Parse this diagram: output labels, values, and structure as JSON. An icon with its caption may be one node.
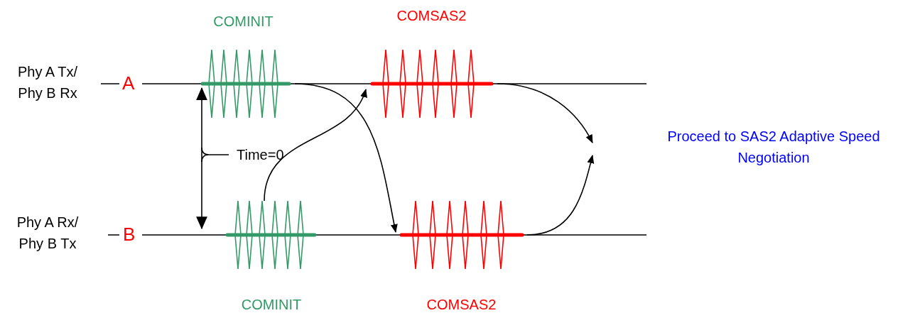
{
  "diagram": {
    "nodes": [
      {
        "text": [
          "COMINIT"
        ]
      },
      {
        "text": [
          "COMSAS2"
        ]
      },
      {
        "text": [
          "COMINIT"
        ]
      },
      {
        "text": [
          "COMSAS2"
        ]
      },
      {
        "text": [
          "Proceed to SAS2 Adaptive Speed Negotiation"
        ]
      }
    ],
    "edges": [
      {
        "from": 2,
        "to": 1,
        "arrow": "to"
      },
      {
        "from": 0,
        "to": 3,
        "arrow": "to"
      },
      {
        "from": 1,
        "to": 4,
        "arrow": "to"
      },
      {
        "from": 3,
        "to": 4,
        "arrow": "to"
      }
    ],
    "labels": [
      "Phy A Tx/ Phy B Rx",
      "A",
      "Time=0",
      "Phy A Rx/ Phy B Tx",
      "B"
    ]
  }
}
